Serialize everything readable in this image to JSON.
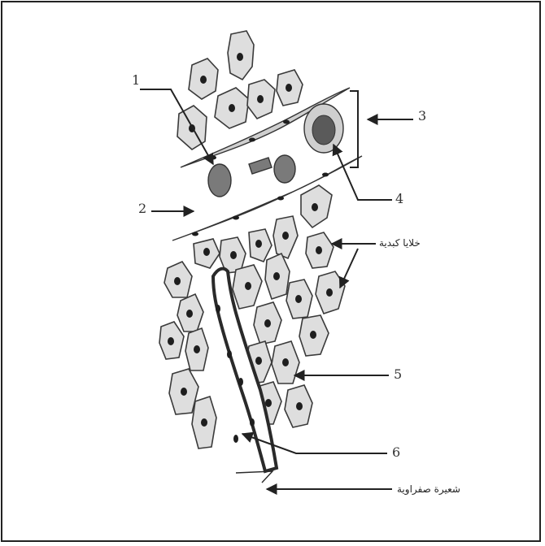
{
  "labels": {
    "n1": "1",
    "n2": "2",
    "n3": "3",
    "n4": "4",
    "n5": "5",
    "n6": "6",
    "ar_cells": "خلايا كبدية",
    "ar_capillary": "شعيرة صفراوية"
  },
  "colors": {
    "cell_fill": "#dedede",
    "nucleus": "#1e1e1e",
    "blood_cell": "#7a7a7a",
    "outline": "#3a3a3a"
  }
}
